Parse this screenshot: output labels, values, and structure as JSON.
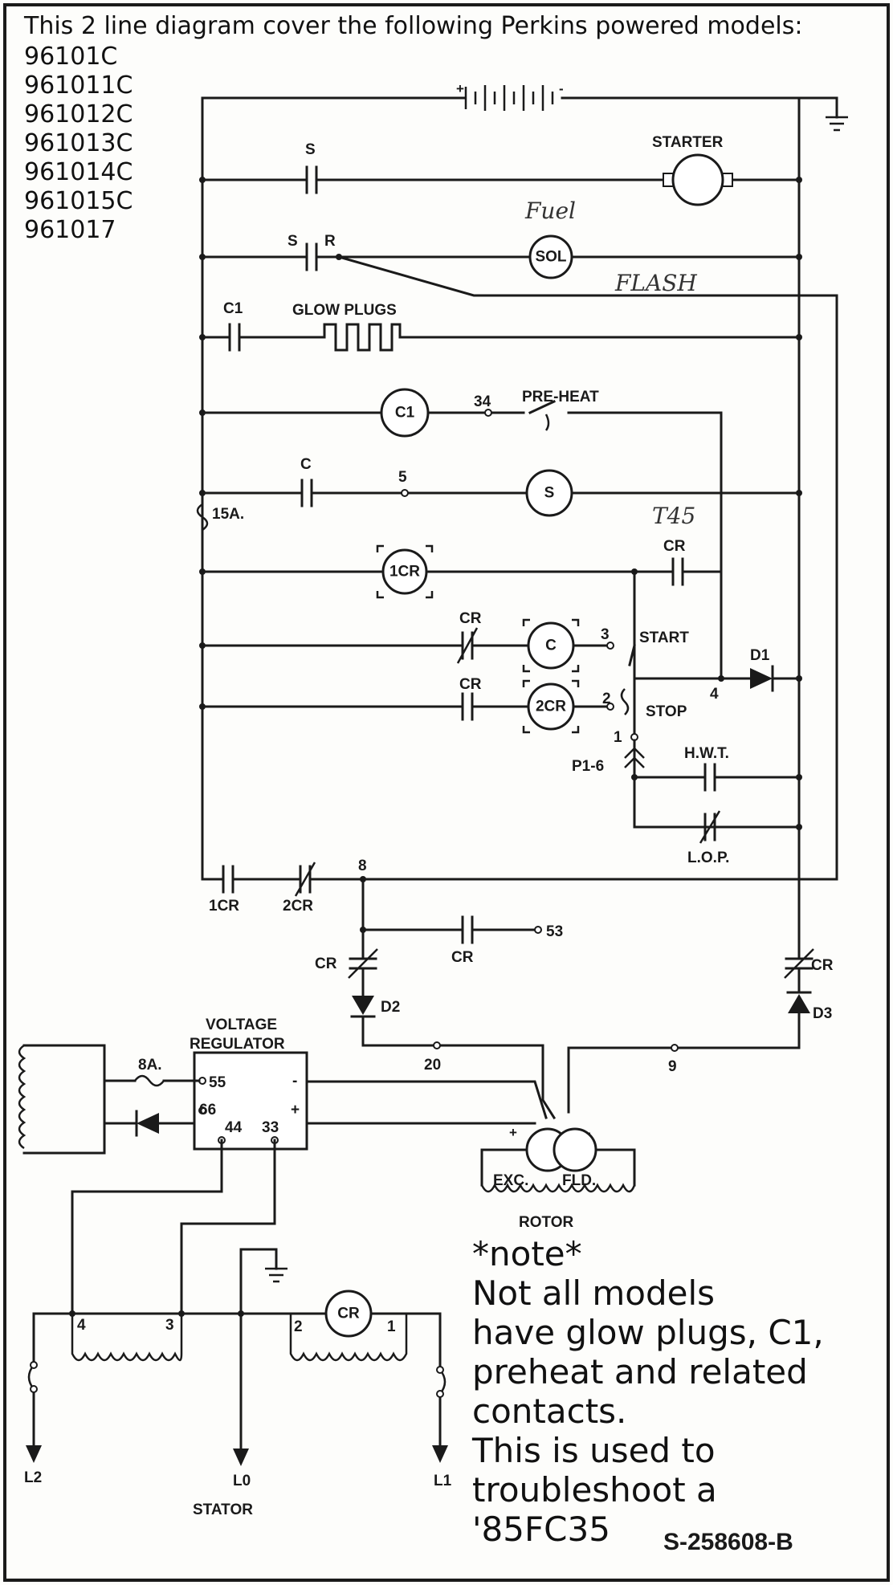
{
  "header": {
    "line1": "This 2 line diagram cover the following Perkins powered models:",
    "models": [
      "96101C",
      "961011C",
      "961012C",
      "961013C",
      "961014C",
      "961015C",
      "961017"
    ]
  },
  "handwritten": {
    "fuel": "Fuel",
    "flash": "FLASH",
    "t45": "T45"
  },
  "labels": {
    "starter": "STARTER",
    "s": "S",
    "r": "R",
    "sol": "SOL",
    "c1": "C1",
    "glow_plugs": "GLOW PLUGS",
    "n34": "34",
    "pre_heat": "PRE-HEAT",
    "c": "C",
    "n5": "5",
    "fuse_15a": "15A.",
    "one_cr": "1CR",
    "cr": "CR",
    "n3": "3",
    "start": "START",
    "d1": "D1",
    "n2": "2",
    "two_cr": "2CR",
    "stop": "STOP",
    "n4": "4",
    "n1": "1",
    "p16": "P1-6",
    "hwt": "H.W.T.",
    "lop": "L.O.P.",
    "n8": "8",
    "n53": "53",
    "d2": "D2",
    "d3": "D3",
    "n20": "20",
    "n9": "9",
    "voltage": "VOLTAGE",
    "regulator": "REGULATOR",
    "fuse_8a": "8A.",
    "n55": "55",
    "n66": "66",
    "n44": "44",
    "n33": "33",
    "minus": "-",
    "plus": "+",
    "exc": "EXC.",
    "fld": "FLD.",
    "rotor": "ROTOR",
    "l2": "L2",
    "l0": "L0",
    "l1": "L1",
    "stator": "STATOR"
  },
  "note": {
    "lines": [
      "*note*",
      "Not all models",
      "have glow plugs, C1,",
      "preheat and related",
      "contacts.",
      "This is used to",
      "troubleshoot a",
      "'85FC35"
    ]
  },
  "doc_number": "S-258608-B"
}
